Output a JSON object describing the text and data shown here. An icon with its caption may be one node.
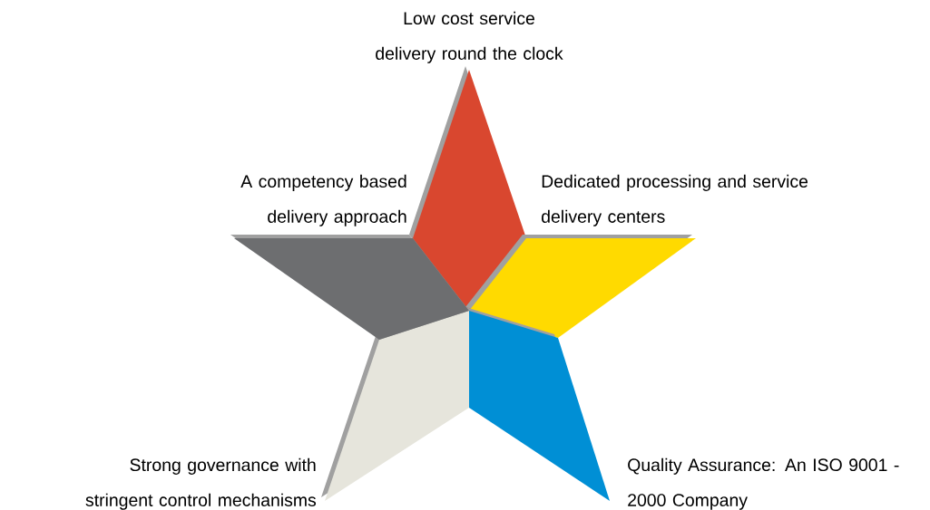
{
  "diagram": {
    "nodes": [
      {
        "text": [
          "Low cost service delivery round the clock"
        ]
      },
      {
        "text": [
          "Dedicated processing and service delivery centers"
        ]
      },
      {
        "text": [
          "Quality Assurance: An ISO 9001 - 2000 Company"
        ]
      },
      {
        "text": [
          "Strong governance with stringent control mechanisms"
        ]
      },
      {
        "text": [
          "A competency based delivery approach"
        ]
      }
    ]
  }
}
